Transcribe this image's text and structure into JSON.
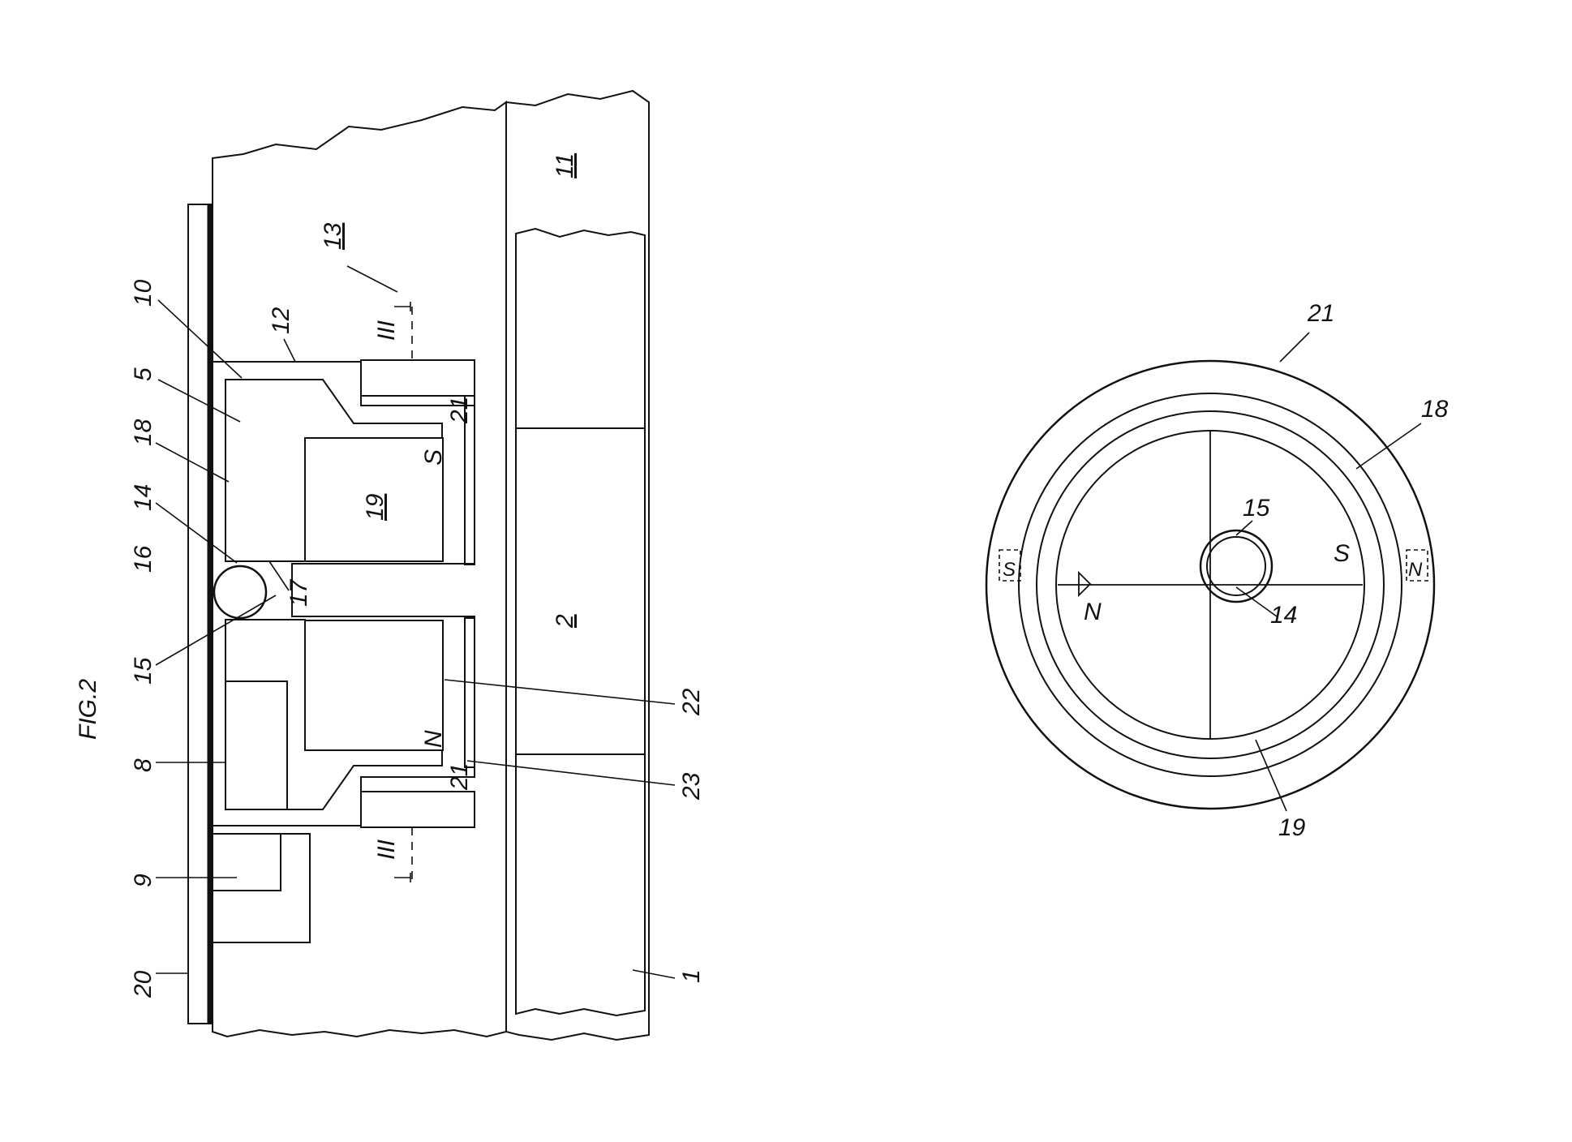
{
  "figure": {
    "fig2_title": "FIG.2",
    "section_marks": [
      "III",
      "III"
    ],
    "pole_s": "S",
    "pole_n": "N"
  },
  "fig2_labels": {
    "l1": "1",
    "l2": "2",
    "l5": "5",
    "l8": "8",
    "l9": "9",
    "l10": "10",
    "l11": "11",
    "l12": "12",
    "l13": "13",
    "l14": "14",
    "l15": "15",
    "l16": "16",
    "l17": "17",
    "l18": "18",
    "l19": "19",
    "l20": "20",
    "l21a": "21",
    "l21b": "21",
    "l22": "22",
    "l23": "23"
  },
  "fig3_labels": {
    "l14": "14",
    "l15": "15",
    "l18": "18",
    "l19": "19",
    "l21": "21",
    "s_inner": "S",
    "n_inner": "N",
    "s_outer": "S",
    "n_outer": "N"
  },
  "colors": {
    "line": "#111111",
    "paper": "#ffffff"
  }
}
